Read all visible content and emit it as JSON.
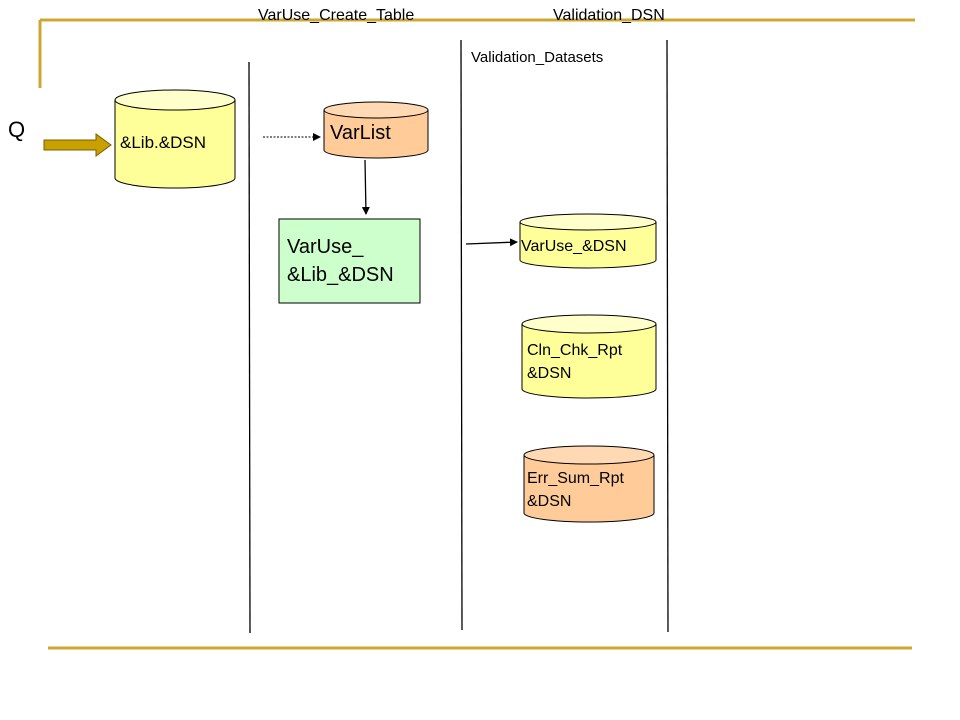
{
  "header": {
    "col1": "VarUse_Create_Table",
    "col2": "Validation_DSN",
    "col3": "Validation_Datasets"
  },
  "start_marker": "Q",
  "nodes": {
    "lib_dsn": {
      "label": "&Lib.&DSN",
      "shape": "cylinder",
      "fill": "#ffff99"
    },
    "varlist": {
      "label": "VarList",
      "shape": "cylinder",
      "fill": "#ffcc99"
    },
    "varuse_table": {
      "line1": "VarUse_",
      "line2": "&Lib_&DSN",
      "shape": "rectangle",
      "fill": "#ccffcc"
    },
    "varuse_dsn": {
      "label": "VarUse_&DSN",
      "shape": "cylinder",
      "fill": "#ffff99"
    },
    "cln_chk": {
      "line1": "Cln_Chk_Rpt",
      "line2": "&DSN",
      "shape": "cylinder",
      "fill": "#ffff99"
    },
    "err_sum": {
      "line1": "Err_Sum_Rpt",
      "line2": "&DSN",
      "shape": "cylinder",
      "fill": "#ffcc99"
    }
  },
  "colors": {
    "frame": "#cca833",
    "start_arrow": "#c8a000"
  }
}
